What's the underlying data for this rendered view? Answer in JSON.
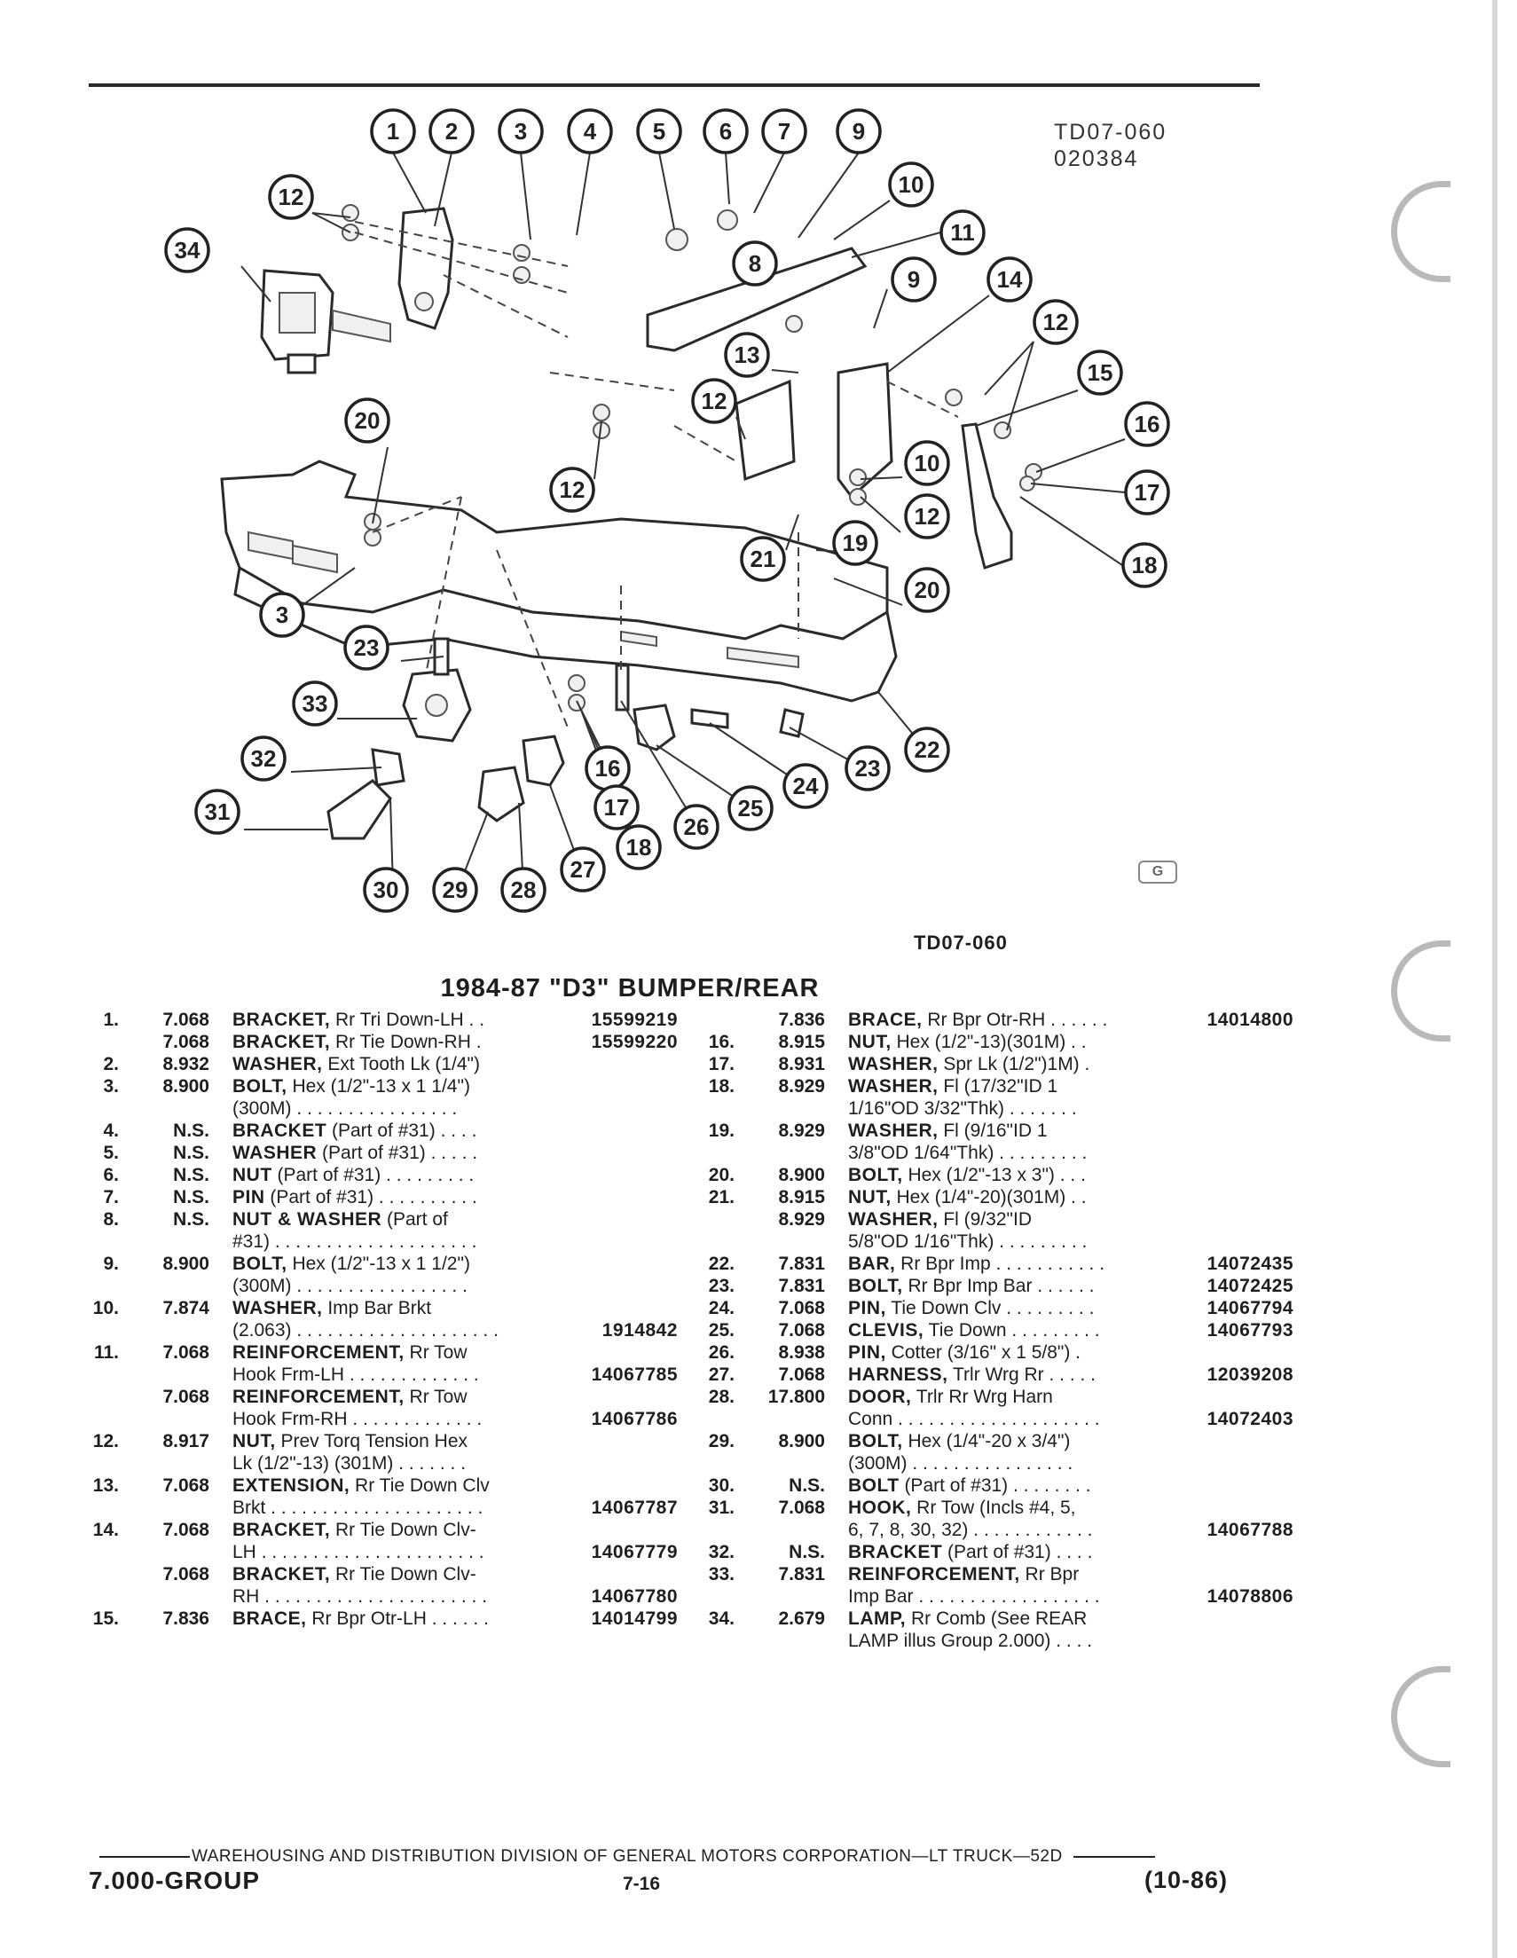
{
  "figure": {
    "code_line1": "TD07-060",
    "code_line2": "020384",
    "caption": "TD07-060",
    "logo_text": "G",
    "callouts": [
      "1",
      "2",
      "3",
      "4",
      "5",
      "6",
      "7",
      "9",
      "10",
      "11",
      "12",
      "34",
      "8",
      "9",
      "14",
      "12",
      "15",
      "16",
      "17",
      "18",
      "13",
      "12",
      "10",
      "12",
      "20",
      "12",
      "19",
      "21",
      "20",
      "3",
      "23",
      "33",
      "32",
      "31",
      "30",
      "29",
      "28",
      "27",
      "16",
      "17",
      "18",
      "26",
      "25",
      "24",
      "23",
      "22"
    ]
  },
  "title": "1984-87 \"D3\" BUMPER/REAR",
  "left_column": [
    {
      "ref": "1.",
      "group": "7.068",
      "name": "BRACKET,",
      "desc": " Rr Tri Down-LH",
      "leader": " . .",
      "part": "15599219"
    },
    {
      "ref": "",
      "group": "7.068",
      "name": "BRACKET,",
      "desc": " Rr Tie Down-RH",
      "leader": " .",
      "part": "15599220"
    },
    {
      "ref": "2.",
      "group": "8.932",
      "name": "WASHER,",
      "desc": " Ext Tooth Lk (1/4\")",
      "leader": "",
      "part": ""
    },
    {
      "ref": "3.",
      "group": "8.900",
      "name": "BOLT,",
      "desc": " Hex (1/2\"-13 x 1 1/4\")",
      "leader": "",
      "part": ""
    },
    {
      "ref": "",
      "group": "",
      "name": "",
      "desc": "(300M)",
      "leader": "  . . . . . . . . . . . . . . . .",
      "part": ""
    },
    {
      "ref": "4.",
      "group": "N.S.",
      "name": "BRACKET",
      "desc": " (Part of #31)",
      "leader": "  . . . .",
      "part": ""
    },
    {
      "ref": "5.",
      "group": "N.S.",
      "name": "WASHER",
      "desc": " (Part of #31)",
      "leader": "  . . . . .",
      "part": ""
    },
    {
      "ref": "6.",
      "group": "N.S.",
      "name": "NUT",
      "desc": " (Part of #31)",
      "leader": "  . . . . . . . . .",
      "part": ""
    },
    {
      "ref": "7.",
      "group": "N.S.",
      "name": "PIN",
      "desc": " (Part of #31)",
      "leader": "  . . . . . . . . . .",
      "part": ""
    },
    {
      "ref": "8.",
      "group": "N.S.",
      "name": "NUT & WASHER",
      "desc": " (Part of",
      "leader": "",
      "part": ""
    },
    {
      "ref": "",
      "group": "",
      "name": "",
      "desc": "#31)",
      "leader": "  . . . . . . . . . . . . . . . . . . . .",
      "part": ""
    },
    {
      "ref": "9.",
      "group": "8.900",
      "name": "BOLT,",
      "desc": " Hex (1/2\"-13 x 1 1/2\")",
      "leader": "",
      "part": ""
    },
    {
      "ref": "",
      "group": "",
      "name": "",
      "desc": "(300M)",
      "leader": "  . . . . . . . . . . . . . . . . .",
      "part": ""
    },
    {
      "ref": "10.",
      "group": "7.874",
      "name": "WASHER,",
      "desc": " Imp Bar Brkt",
      "leader": "",
      "part": ""
    },
    {
      "ref": "",
      "group": "",
      "name": "",
      "desc": "(2.063)",
      "leader": "  . . . . . . . . . . . . . . . . . . . .",
      "part": "1914842"
    },
    {
      "ref": "11.",
      "group": "7.068",
      "name": "REINFORCEMENT,",
      "desc": " Rr Tow",
      "leader": "",
      "part": ""
    },
    {
      "ref": "",
      "group": "",
      "name": "",
      "desc": "Hook Frm-LH",
      "leader": "  . . . . . . . . . . . . .",
      "part": "14067785"
    },
    {
      "ref": "",
      "group": "7.068",
      "name": "REINFORCEMENT,",
      "desc": " Rr Tow",
      "leader": "",
      "part": ""
    },
    {
      "ref": "",
      "group": "",
      "name": "",
      "desc": "Hook Frm-RH",
      "leader": "  . . . . . . . . . . . . .",
      "part": "14067786"
    },
    {
      "ref": "12.",
      "group": "8.917",
      "name": "NUT,",
      "desc": " Prev Torq Tension Hex",
      "leader": "",
      "part": ""
    },
    {
      "ref": "",
      "group": "",
      "name": "",
      "desc": "Lk (1/2\"-13) (301M)",
      "leader": "  . . . . . . .",
      "part": ""
    },
    {
      "ref": "13.",
      "group": "7.068",
      "name": "EXTENSION,",
      "desc": " Rr Tie Down Clv",
      "leader": "",
      "part": ""
    },
    {
      "ref": "",
      "group": "",
      "name": "",
      "desc": "Brkt",
      "leader": "  . . . . . . . . . . . . . . . . . . . . .",
      "part": "14067787"
    },
    {
      "ref": "14.",
      "group": "7.068",
      "name": "BRACKET,",
      "desc": " Rr Tie Down Clv-",
      "leader": "",
      "part": ""
    },
    {
      "ref": "",
      "group": "",
      "name": "",
      "desc": "LH",
      "leader": "  . . . . . . . . . . . . . . . . . . . . . .",
      "part": "14067779"
    },
    {
      "ref": "",
      "group": "7.068",
      "name": "BRACKET,",
      "desc": " Rr Tie Down Clv-",
      "leader": "",
      "part": ""
    },
    {
      "ref": "",
      "group": "",
      "name": "",
      "desc": "RH",
      "leader": "  . . . . . . . . . . . . . . . . . . . . . .",
      "part": "14067780"
    },
    {
      "ref": "15.",
      "group": "7.836",
      "name": "BRACE,",
      "desc": " Rr Bpr Otr-LH",
      "leader": "  . . . . . .",
      "part": "14014799"
    }
  ],
  "right_column": [
    {
      "ref": "",
      "group": "7.836",
      "name": "BRACE,",
      "desc": " Rr Bpr Otr-RH",
      "leader": "  . . . . . .",
      "part": "14014800"
    },
    {
      "ref": "16.",
      "group": "8.915",
      "name": "NUT,",
      "desc": " Hex (1/2\"-13)(301M)",
      "leader": "  . .",
      "part": ""
    },
    {
      "ref": "17.",
      "group": "8.931",
      "name": "WASHER,",
      "desc": " Spr Lk (1/2\")1M)",
      "leader": "  .",
      "part": ""
    },
    {
      "ref": "18.",
      "group": "8.929",
      "name": "WASHER,",
      "desc": " Fl (17/32\"ID 1",
      "leader": "",
      "part": ""
    },
    {
      "ref": "",
      "group": "",
      "name": "",
      "desc": "1/16\"OD 3/32\"Thk)",
      "leader": "  . . . . . . .",
      "part": ""
    },
    {
      "ref": "19.",
      "group": "8.929",
      "name": "WASHER,",
      "desc": " Fl (9/16\"ID 1",
      "leader": "",
      "part": ""
    },
    {
      "ref": "",
      "group": "",
      "name": "",
      "desc": "3/8\"OD 1/64\"Thk)",
      "leader": "  . . . . . . . . .",
      "part": ""
    },
    {
      "ref": "20.",
      "group": "8.900",
      "name": "BOLT,",
      "desc": " Hex (1/2\"-13 x 3\")",
      "leader": "  . . .",
      "part": ""
    },
    {
      "ref": "21.",
      "group": "8.915",
      "name": "NUT,",
      "desc": " Hex (1/4\"-20)(301M)",
      "leader": "  . .",
      "part": ""
    },
    {
      "ref": "",
      "group": "8.929",
      "name": "WASHER,",
      "desc": " Fl (9/32\"ID",
      "leader": "",
      "part": ""
    },
    {
      "ref": "",
      "group": "",
      "name": "",
      "desc": "5/8\"OD 1/16\"Thk)",
      "leader": "  . . . . . . . . .",
      "part": ""
    },
    {
      "ref": "22.",
      "group": "7.831",
      "name": "BAR,",
      "desc": " Rr Bpr Imp",
      "leader": "  . . . . . . . . . . .",
      "part": "14072435"
    },
    {
      "ref": "23.",
      "group": "7.831",
      "name": "BOLT,",
      "desc": " Rr Bpr Imp Bar",
      "leader": "  . . . . . .",
      "part": "14072425"
    },
    {
      "ref": "24.",
      "group": "7.068",
      "name": "PIN,",
      "desc": " Tie Down Clv",
      "leader": "  . . . . . . . . .",
      "part": "14067794"
    },
    {
      "ref": "25.",
      "group": "7.068",
      "name": "CLEVIS,",
      "desc": " Tie Down",
      "leader": "  . . . . . . . . .",
      "part": "14067793"
    },
    {
      "ref": "26.",
      "group": "8.938",
      "name": "PIN,",
      "desc": " Cotter (3/16\" x 1 5/8\")",
      "leader": "  .",
      "part": ""
    },
    {
      "ref": "27.",
      "group": "7.068",
      "name": "HARNESS,",
      "desc": " Trlr Wrg Rr",
      "leader": "  . . . . .",
      "part": "12039208"
    },
    {
      "ref": "28.",
      "group": "17.800",
      "name": "DOOR,",
      "desc": " Trlr Rr Wrg Harn",
      "leader": "",
      "part": ""
    },
    {
      "ref": "",
      "group": "",
      "name": "",
      "desc": "Conn",
      "leader": "  . . . . . . . . . . . . . . . . . . . .",
      "part": "14072403"
    },
    {
      "ref": "29.",
      "group": "8.900",
      "name": "BOLT,",
      "desc": " Hex (1/4\"-20 x 3/4\")",
      "leader": "",
      "part": ""
    },
    {
      "ref": "",
      "group": "",
      "name": "",
      "desc": "(300M)",
      "leader": "  . . . . . . . . . . . . . . . .",
      "part": ""
    },
    {
      "ref": "30.",
      "group": "N.S.",
      "name": "BOLT",
      "desc": " (Part of #31)",
      "leader": "  . . . . . . . .",
      "part": ""
    },
    {
      "ref": "31.",
      "group": "7.068",
      "name": "HOOK,",
      "desc": " Rr Tow (Incls #4, 5,",
      "leader": "",
      "part": ""
    },
    {
      "ref": "",
      "group": "",
      "name": "",
      "desc": "6, 7, 8, 30, 32)",
      "leader": "  . . . . . . . . . . . .",
      "part": "14067788"
    },
    {
      "ref": "32.",
      "group": "N.S.",
      "name": "BRACKET",
      "desc": " (Part of #31)",
      "leader": "  . . . .",
      "part": ""
    },
    {
      "ref": "33.",
      "group": "7.831",
      "name": "REINFORCEMENT,",
      "desc": " Rr Bpr",
      "leader": "",
      "part": ""
    },
    {
      "ref": "",
      "group": "",
      "name": "",
      "desc": "Imp Bar",
      "leader": "  . . . . . . . . . . . . . . . . . .",
      "part": "14078806"
    },
    {
      "ref": "34.",
      "group": "2.679",
      "name": "LAMP,",
      "desc": " Rr Comb (See REAR",
      "leader": "",
      "part": ""
    },
    {
      "ref": "",
      "group": "",
      "name": "",
      "desc": "LAMP illus Group 2.000)",
      "leader": "  . . . .",
      "part": ""
    }
  ],
  "footer": {
    "division": "WAREHOUSING AND DISTRIBUTION  DIVISION OF GENERAL MOTORS CORPORATION—LT TRUCK—52D",
    "group": "7.000-GROUP",
    "page": "7-16",
    "date": "(10-86)"
  }
}
